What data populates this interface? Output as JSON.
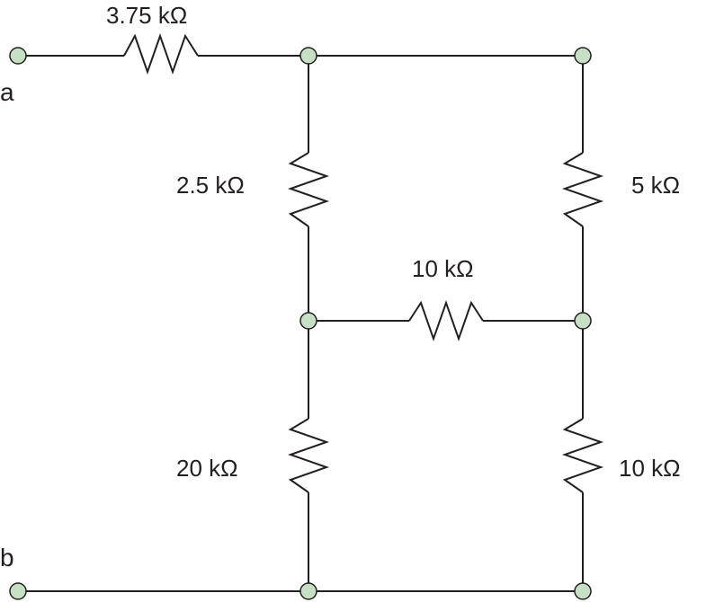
{
  "terminals": {
    "a": "a",
    "b": "b"
  },
  "resistors": {
    "r_series": "3.75 kΩ",
    "r_left_upper": "2.5 kΩ",
    "r_right_upper": "5 kΩ",
    "r_middle": "10 kΩ",
    "r_left_lower": "20 kΩ",
    "r_right_lower": "10 kΩ"
  },
  "colors": {
    "wire": "#231f20",
    "node_fill": "#c6e0c4"
  }
}
